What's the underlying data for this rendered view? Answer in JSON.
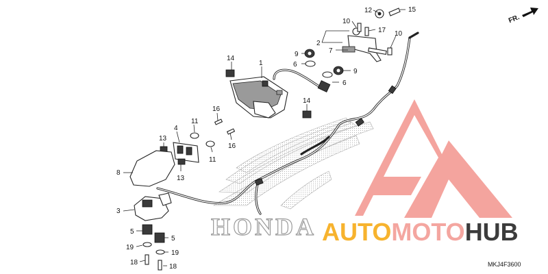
{
  "diagram": {
    "direction_marker": "FR.",
    "drawing_code": "MKJ4F3600",
    "wing_wordmark": "HONDA",
    "watermark": {
      "part1": "AUTO",
      "part2": "MOTO",
      "part3": "HUB"
    },
    "callouts": [
      {
        "id": "c1",
        "label": "1"
      },
      {
        "id": "c2",
        "label": "2"
      },
      {
        "id": "c3",
        "label": "3"
      },
      {
        "id": "c4",
        "label": "4"
      },
      {
        "id": "c5a",
        "label": "5"
      },
      {
        "id": "c5b",
        "label": "5"
      },
      {
        "id": "c6a",
        "label": "6"
      },
      {
        "id": "c6b",
        "label": "6"
      },
      {
        "id": "c7",
        "label": "7"
      },
      {
        "id": "c8",
        "label": "8"
      },
      {
        "id": "c9a",
        "label": "9"
      },
      {
        "id": "c9b",
        "label": "9"
      },
      {
        "id": "c10a",
        "label": "10"
      },
      {
        "id": "c10b",
        "label": "10"
      },
      {
        "id": "c11a",
        "label": "11"
      },
      {
        "id": "c11b",
        "label": "11"
      },
      {
        "id": "c12",
        "label": "12"
      },
      {
        "id": "c13a",
        "label": "13"
      },
      {
        "id": "c13b",
        "label": "13"
      },
      {
        "id": "c14a",
        "label": "14"
      },
      {
        "id": "c14b",
        "label": "14"
      },
      {
        "id": "c15",
        "label": "15"
      },
      {
        "id": "c16a",
        "label": "16"
      },
      {
        "id": "c16b",
        "label": "16"
      },
      {
        "id": "c17",
        "label": "17"
      },
      {
        "id": "c18a",
        "label": "18"
      },
      {
        "id": "c18b",
        "label": "18"
      },
      {
        "id": "c19a",
        "label": "19"
      },
      {
        "id": "c19b",
        "label": "19"
      }
    ]
  }
}
